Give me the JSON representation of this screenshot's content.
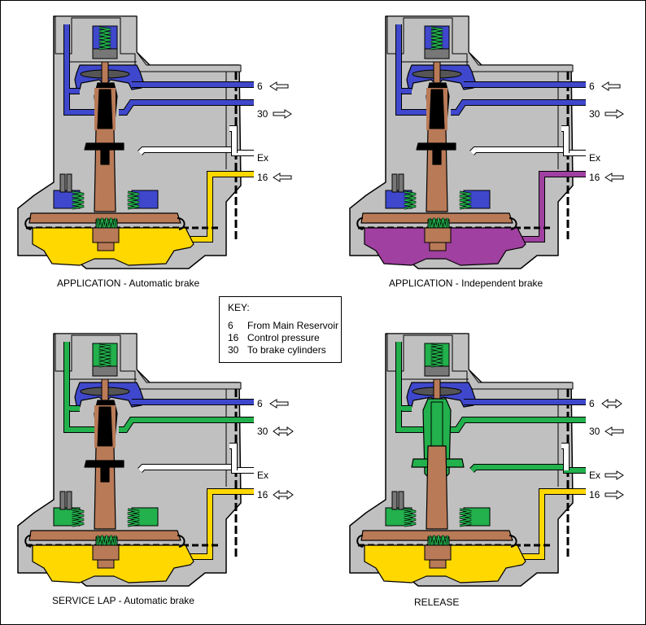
{
  "panels": [
    {
      "caption": "APPLICATION - Automatic brake",
      "ports": [
        {
          "label": "6",
          "arrow": "in"
        },
        {
          "label": "30",
          "arrow": "out"
        },
        {
          "label": "Ex",
          "arrow": "none"
        },
        {
          "label": "16",
          "arrow": "in"
        }
      ]
    },
    {
      "caption": "APPLICATION - Independent brake",
      "ports": [
        {
          "label": "6",
          "arrow": "in"
        },
        {
          "label": "30",
          "arrow": "out"
        },
        {
          "label": "Ex",
          "arrow": "none"
        },
        {
          "label": "16",
          "arrow": "in"
        }
      ]
    },
    {
      "caption": "SERVICE LAP - Automatic brake",
      "ports": [
        {
          "label": "6",
          "arrow": "in"
        },
        {
          "label": "30",
          "arrow": "both"
        },
        {
          "label": "Ex",
          "arrow": "none"
        },
        {
          "label": "16",
          "arrow": "both"
        }
      ]
    },
    {
      "caption": "RELEASE",
      "ports": [
        {
          "label": "6",
          "arrow": "both"
        },
        {
          "label": "30",
          "arrow": "in"
        },
        {
          "label": "Ex",
          "arrow": "out"
        },
        {
          "label": "16",
          "arrow": "out"
        }
      ]
    }
  ],
  "key": {
    "title": "KEY:",
    "items": [
      {
        "num": "6",
        "text": "From Main Reservoir"
      },
      {
        "num": "16",
        "text": "Control pressure"
      },
      {
        "num": "30",
        "text": "To brake cylinders"
      }
    ]
  },
  "colors": {
    "body": "#c0c0c0",
    "main_reservoir": "#3f48cc",
    "brake_cylinder_app": "#3f48cc",
    "control_pressure": "#ffd800",
    "independent": "#a040a0",
    "lap_green": "#22b14c",
    "exhaust": "#ffffff",
    "piston": "#b97a57",
    "spring": "#22b14c",
    "outline": "#000000"
  }
}
